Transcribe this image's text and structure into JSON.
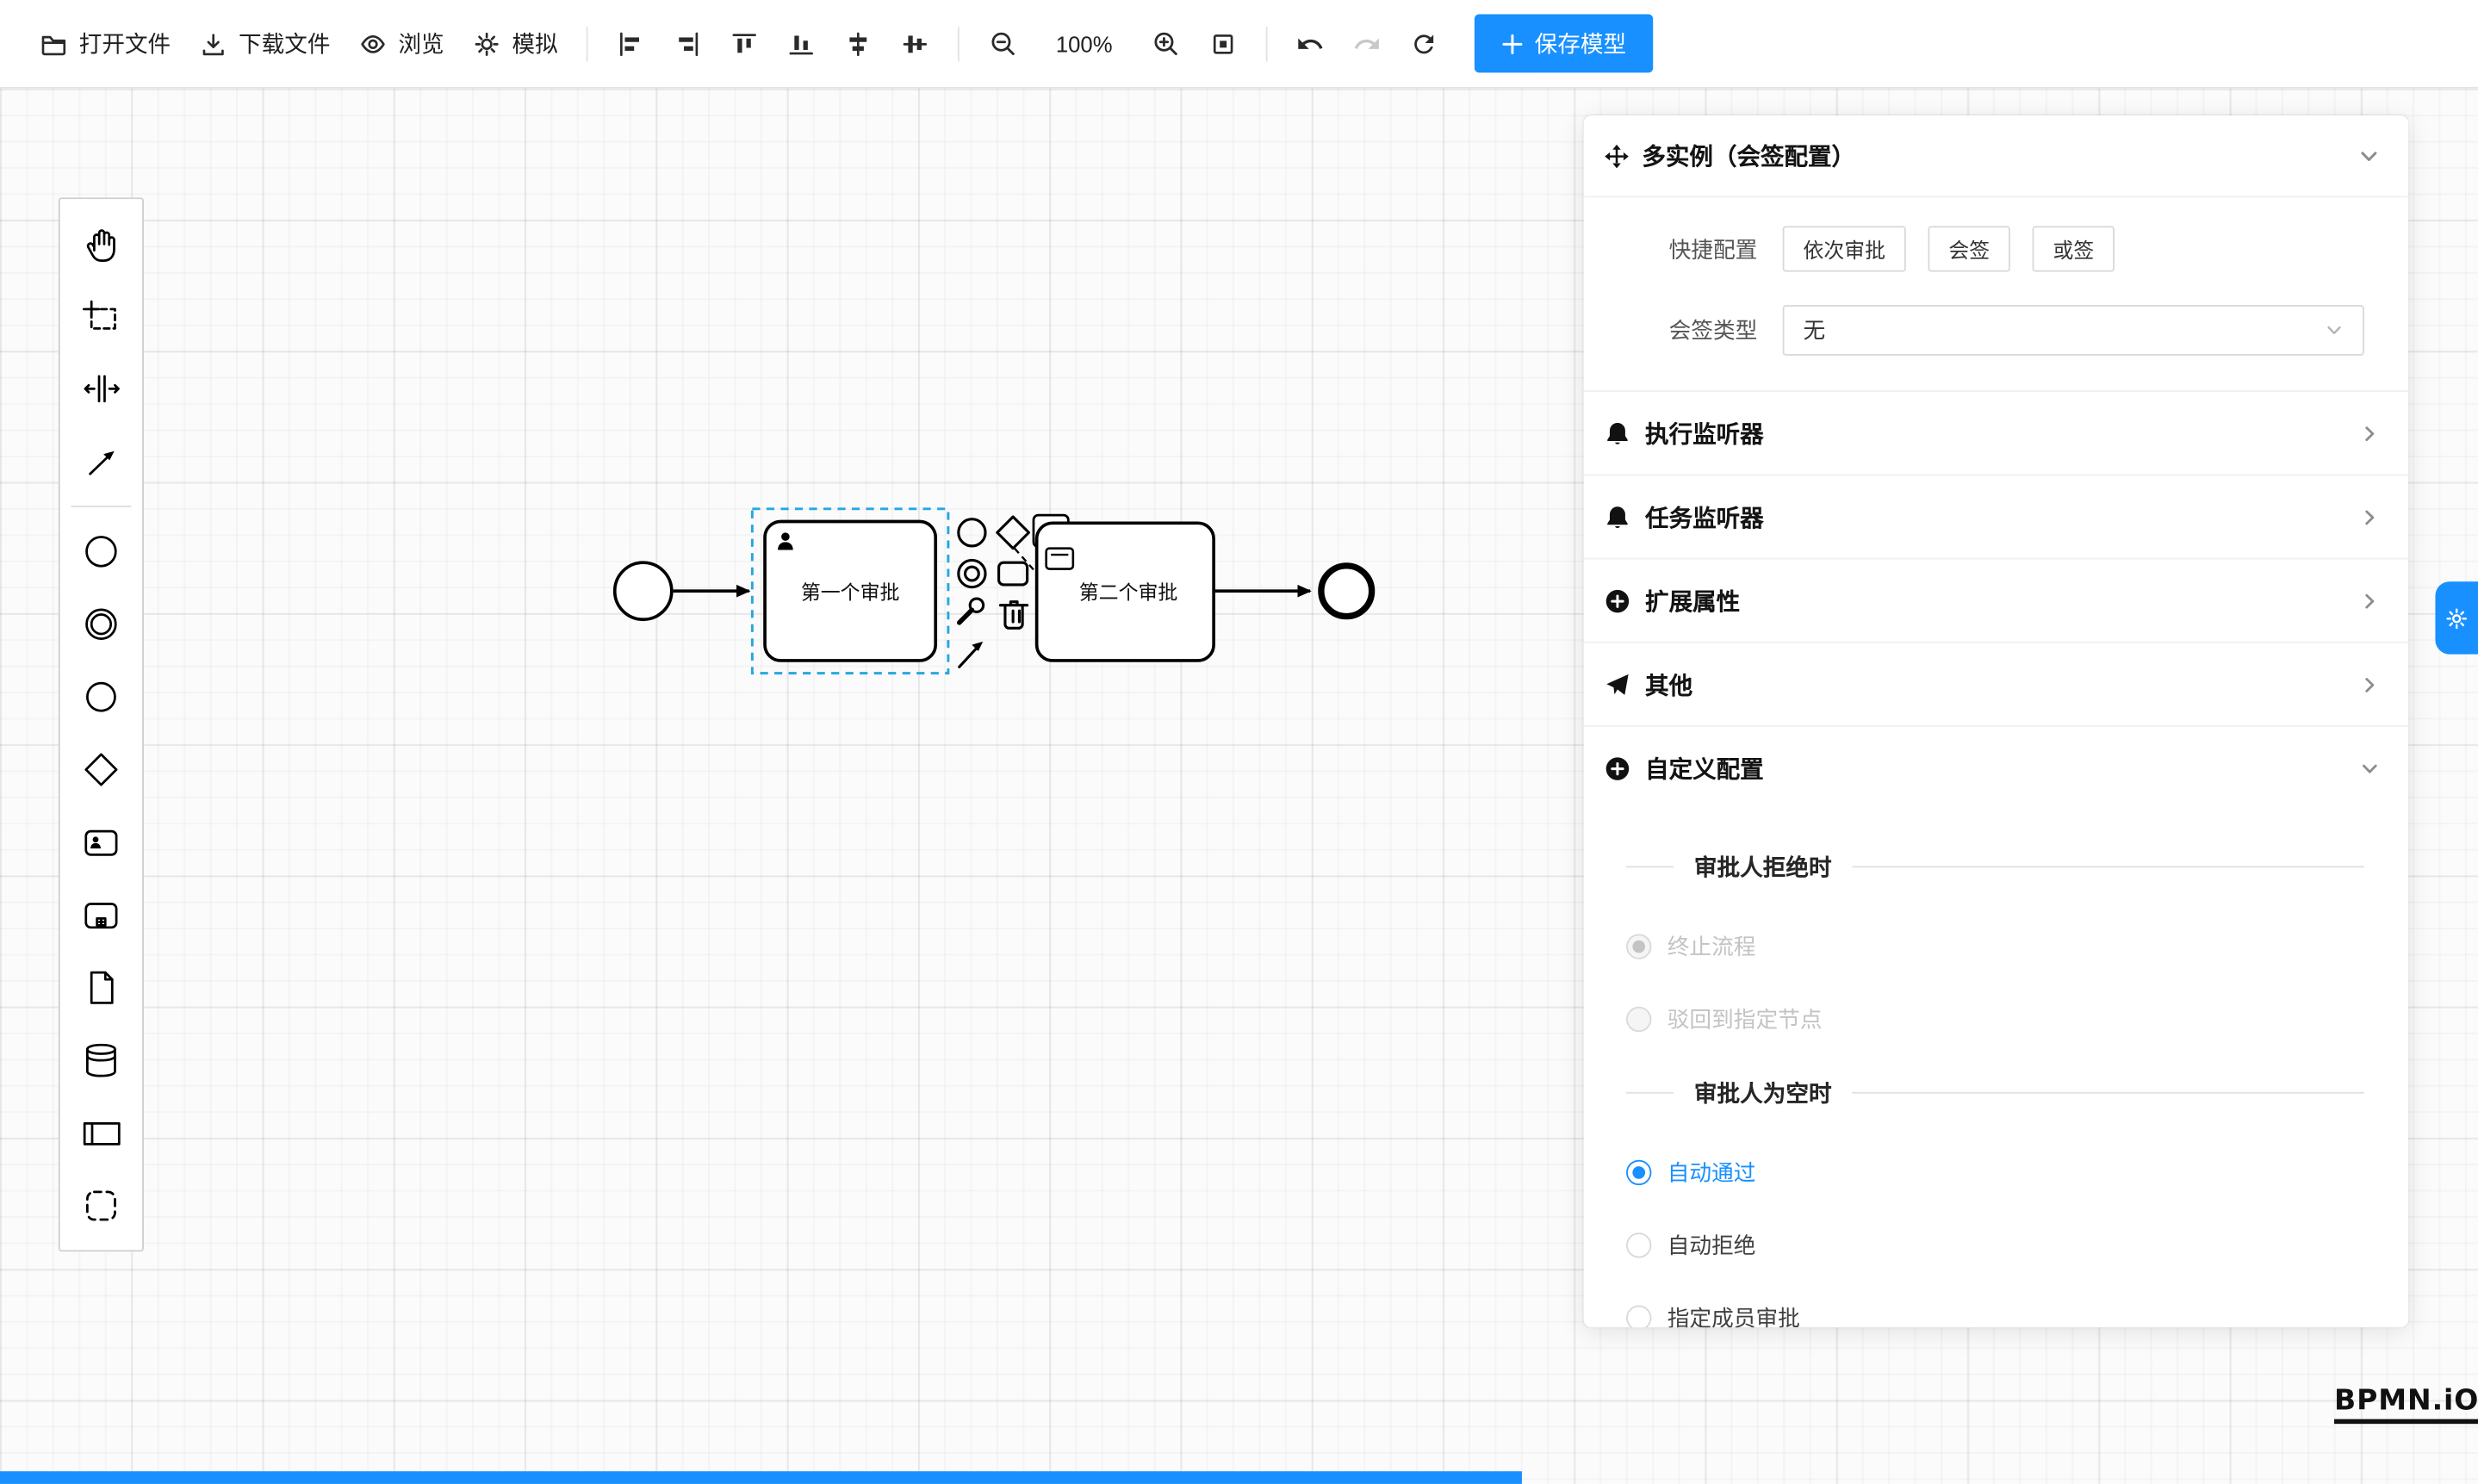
{
  "toolbar": {
    "open_file": "打开文件",
    "download_file": "下载文件",
    "preview": "浏览",
    "simulate": "模拟",
    "zoom_level": "100%",
    "save_model": "保存模型"
  },
  "canvas": {
    "task1_label": "第一个审批",
    "task2_label": "第二个审批"
  },
  "panel": {
    "title": "多实例（会签配置）",
    "quick_config_label": "快捷配置",
    "quick_options": [
      "依次审批",
      "会签",
      "或签"
    ],
    "sign_type_label": "会签类型",
    "sign_type_value": "无",
    "sections": [
      "执行监听器",
      "任务监听器",
      "扩展属性",
      "其他",
      "自定义配置"
    ],
    "custom_config": {
      "reject_header": "审批人拒绝时",
      "reject_options": [
        {
          "label": "终止流程",
          "checked": true,
          "disabled": true
        },
        {
          "label": "驳回到指定节点",
          "checked": false,
          "disabled": true
        }
      ],
      "empty_header": "审批人为空时",
      "empty_options": [
        {
          "label": "自动通过",
          "checked": true
        },
        {
          "label": "自动拒绝",
          "checked": false
        },
        {
          "label": "指定成员审批",
          "checked": false
        }
      ]
    }
  },
  "watermark": "BPMN.iO",
  "colors": {
    "accent": "#1890ff"
  }
}
